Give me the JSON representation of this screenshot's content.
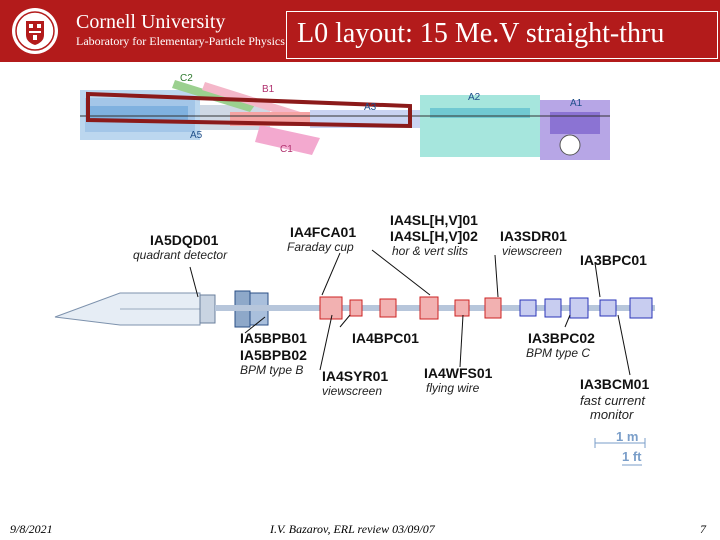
{
  "header": {
    "university": "Cornell University",
    "lab": "Laboratory for Elementary-Particle Physics",
    "title": "L0 layout: 15 Me.V straight-thru"
  },
  "layout_view": {
    "section_tags": {
      "c2": "C2",
      "b1": "B1",
      "a3": "A3",
      "a5": "A5",
      "c1": "C1",
      "a2": "A2",
      "a1": "A1"
    }
  },
  "components": {
    "ia5dqd01": {
      "name": "IA5DQD01",
      "desc": "quadrant detector"
    },
    "ia4fca01": {
      "name": "IA4FCA01",
      "desc": "Faraday cup"
    },
    "ia4sl": {
      "name1": "IA4SL[H,V]01",
      "name2": "IA4SL[H,V]02",
      "desc": "hor & vert slits"
    },
    "ia3sdr01": {
      "name": "IA3SDR01",
      "desc": "viewscreen"
    },
    "ia3bpc01": {
      "name": "IA3BPC01"
    },
    "ia5bpb": {
      "name1": "IA5BPB01",
      "name2": "IA5BPB02",
      "desc": "BPM type B"
    },
    "ia4bpc01": {
      "name": "IA4BPC01"
    },
    "ia3bpc02": {
      "name": "IA3BPC02",
      "desc": "BPM type C"
    },
    "ia4syr01": {
      "name": "IA4SYR01",
      "desc": "viewscreen"
    },
    "ia4wfs01": {
      "name": "IA4WFS01",
      "desc": "flying wire"
    },
    "ia3bcm01": {
      "name": "IA3BCM01",
      "desc1": "fast current",
      "desc2": "monitor"
    }
  },
  "scale": {
    "metric": "1 m",
    "imperial": "1 ft"
  },
  "footer": {
    "date": "9/8/2021",
    "center": "I.V. Bazarov, ERL review 03/09/07",
    "page": "7"
  }
}
